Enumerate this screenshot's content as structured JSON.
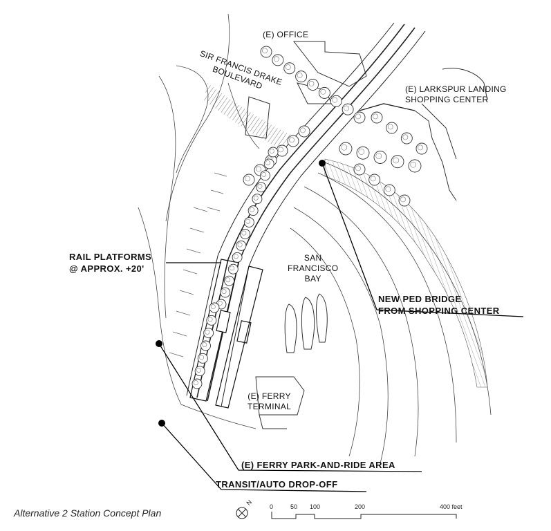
{
  "labels": {
    "office": "(E) OFFICE",
    "sir_francis_drake": "SIR FRANCIS DRAKE\nBOULEVARD",
    "larkspur_landing": "(E) LARKSPUR LANDING\nSHOPPING CENTER",
    "bay": "SAN\nFRANCISCO\nBAY",
    "ferry_terminal": "(E) FERRY\nTERMINAL"
  },
  "callouts": {
    "rail_platforms": "RAIL PLATFORMS\n@ APPROX. +20'",
    "ped_bridge": "NEW PED BRIDGE\nFROM SHOPPING CENTER",
    "park_and_ride": "(E) FERRY PARK-AND-RIDE AREA",
    "drop_off": "TRANSIT/AUTO DROP-OFF"
  },
  "caption": "Alternative 2 Station Concept Plan",
  "north_arrow": {
    "label": "N"
  },
  "scale_bar": {
    "ticks": [
      "0",
      "50",
      "100",
      "200",
      "400 feet"
    ]
  }
}
